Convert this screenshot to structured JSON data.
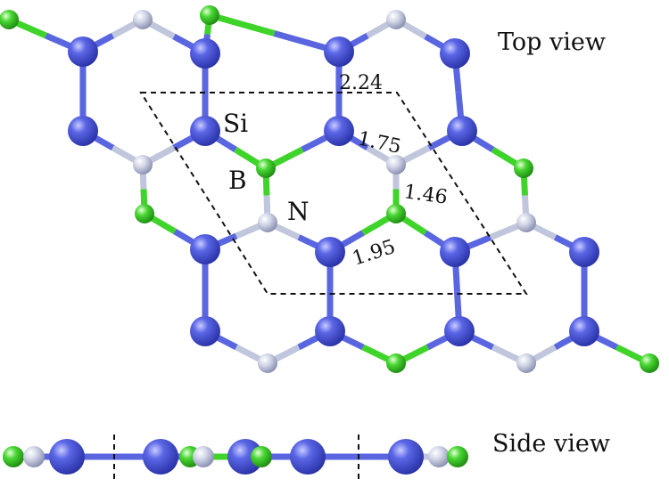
{
  "labels": {
    "top_view": "Top view",
    "side_view": "Side view",
    "si": "Si",
    "b": "B",
    "n": "N"
  },
  "bond_lengths": {
    "si_si": "2.24",
    "si_n": "1.75",
    "b_n": "1.46",
    "si_b": "1.95"
  },
  "colors": {
    "si": "#4a55d6",
    "b": "#3fd42a",
    "n": "#c8cde0",
    "bond_si": "#5a66e0",
    "bond_n": "#c0c6dc",
    "bond_b": "#3fd42a",
    "cell_line": "#111111"
  }
}
